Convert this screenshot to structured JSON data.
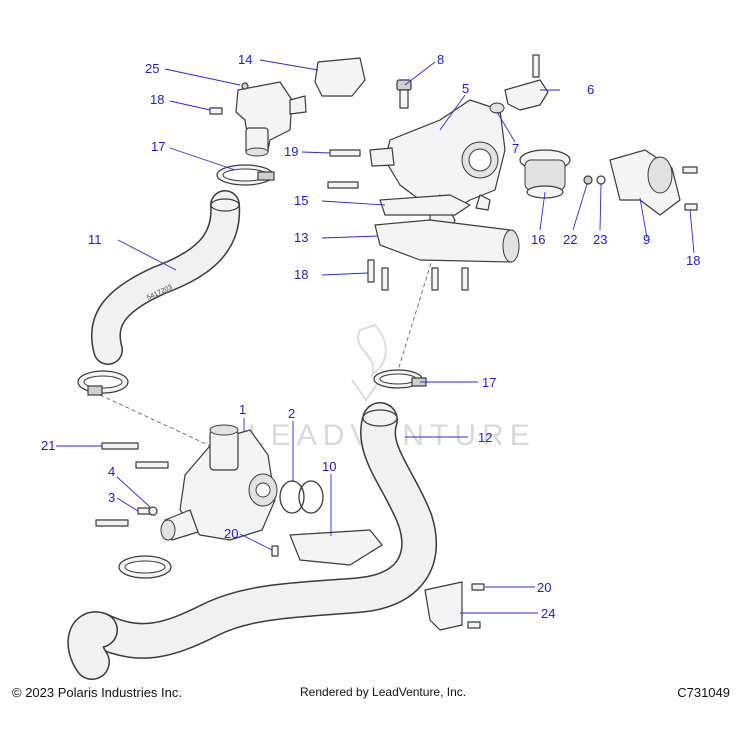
{
  "watermark": "LEADVENTURE",
  "footer": {
    "copyright": "© 2023 Polaris Industries Inc.",
    "rendered_by": "Rendered by LeadVenture, Inc.",
    "code": "C731049"
  },
  "callouts": {
    "c1": "1",
    "c2": "2",
    "c3": "3",
    "c4": "4",
    "c5": "5",
    "c6": "6",
    "c7": "7",
    "c8": "8",
    "c9": "9",
    "c10": "10",
    "c11": "11",
    "c12": "12",
    "c13": "13",
    "c14": "14",
    "c15": "15",
    "c16": "16",
    "c17a": "17",
    "c17b": "17",
    "c18a": "18",
    "c18b": "18",
    "c18c": "18",
    "c19": "19",
    "c20a": "20",
    "c20b": "20",
    "c21": "21",
    "c22": "22",
    "c23": "23",
    "c24": "24",
    "c25": "25"
  },
  "hose_marking": "5417203"
}
